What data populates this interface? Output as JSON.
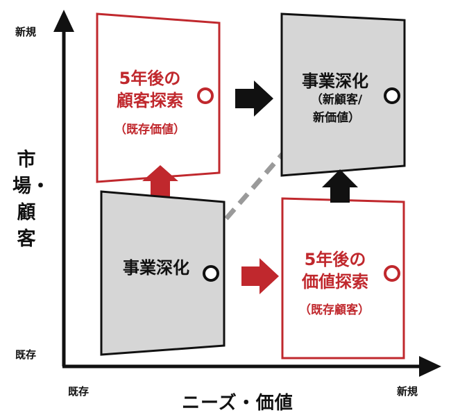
{
  "axes": {
    "y_title": "市場・顧客",
    "y_top": "新規",
    "y_bottom": "既存",
    "x_title": "ニーズ・価値",
    "x_left": "既存",
    "x_right": "新規"
  },
  "quadrants": {
    "bottom_left": {
      "title": "事業深化"
    },
    "top_left": {
      "title_line1": "5年後の",
      "title_line2": "顧客探索",
      "subtitle": "（既存価値）"
    },
    "top_right": {
      "title": "事業深化",
      "subtitle_line1": "（新顧客/",
      "subtitle_line2": "新価値）"
    },
    "bottom_right": {
      "title_line1": "5年後の",
      "title_line2": "価値探索",
      "subtitle": "（既存顧客）"
    }
  },
  "colors": {
    "red": "#c0282d",
    "black": "#111111",
    "gray_fill": "#d6d6d6",
    "dashed": "#9a9a9a"
  }
}
